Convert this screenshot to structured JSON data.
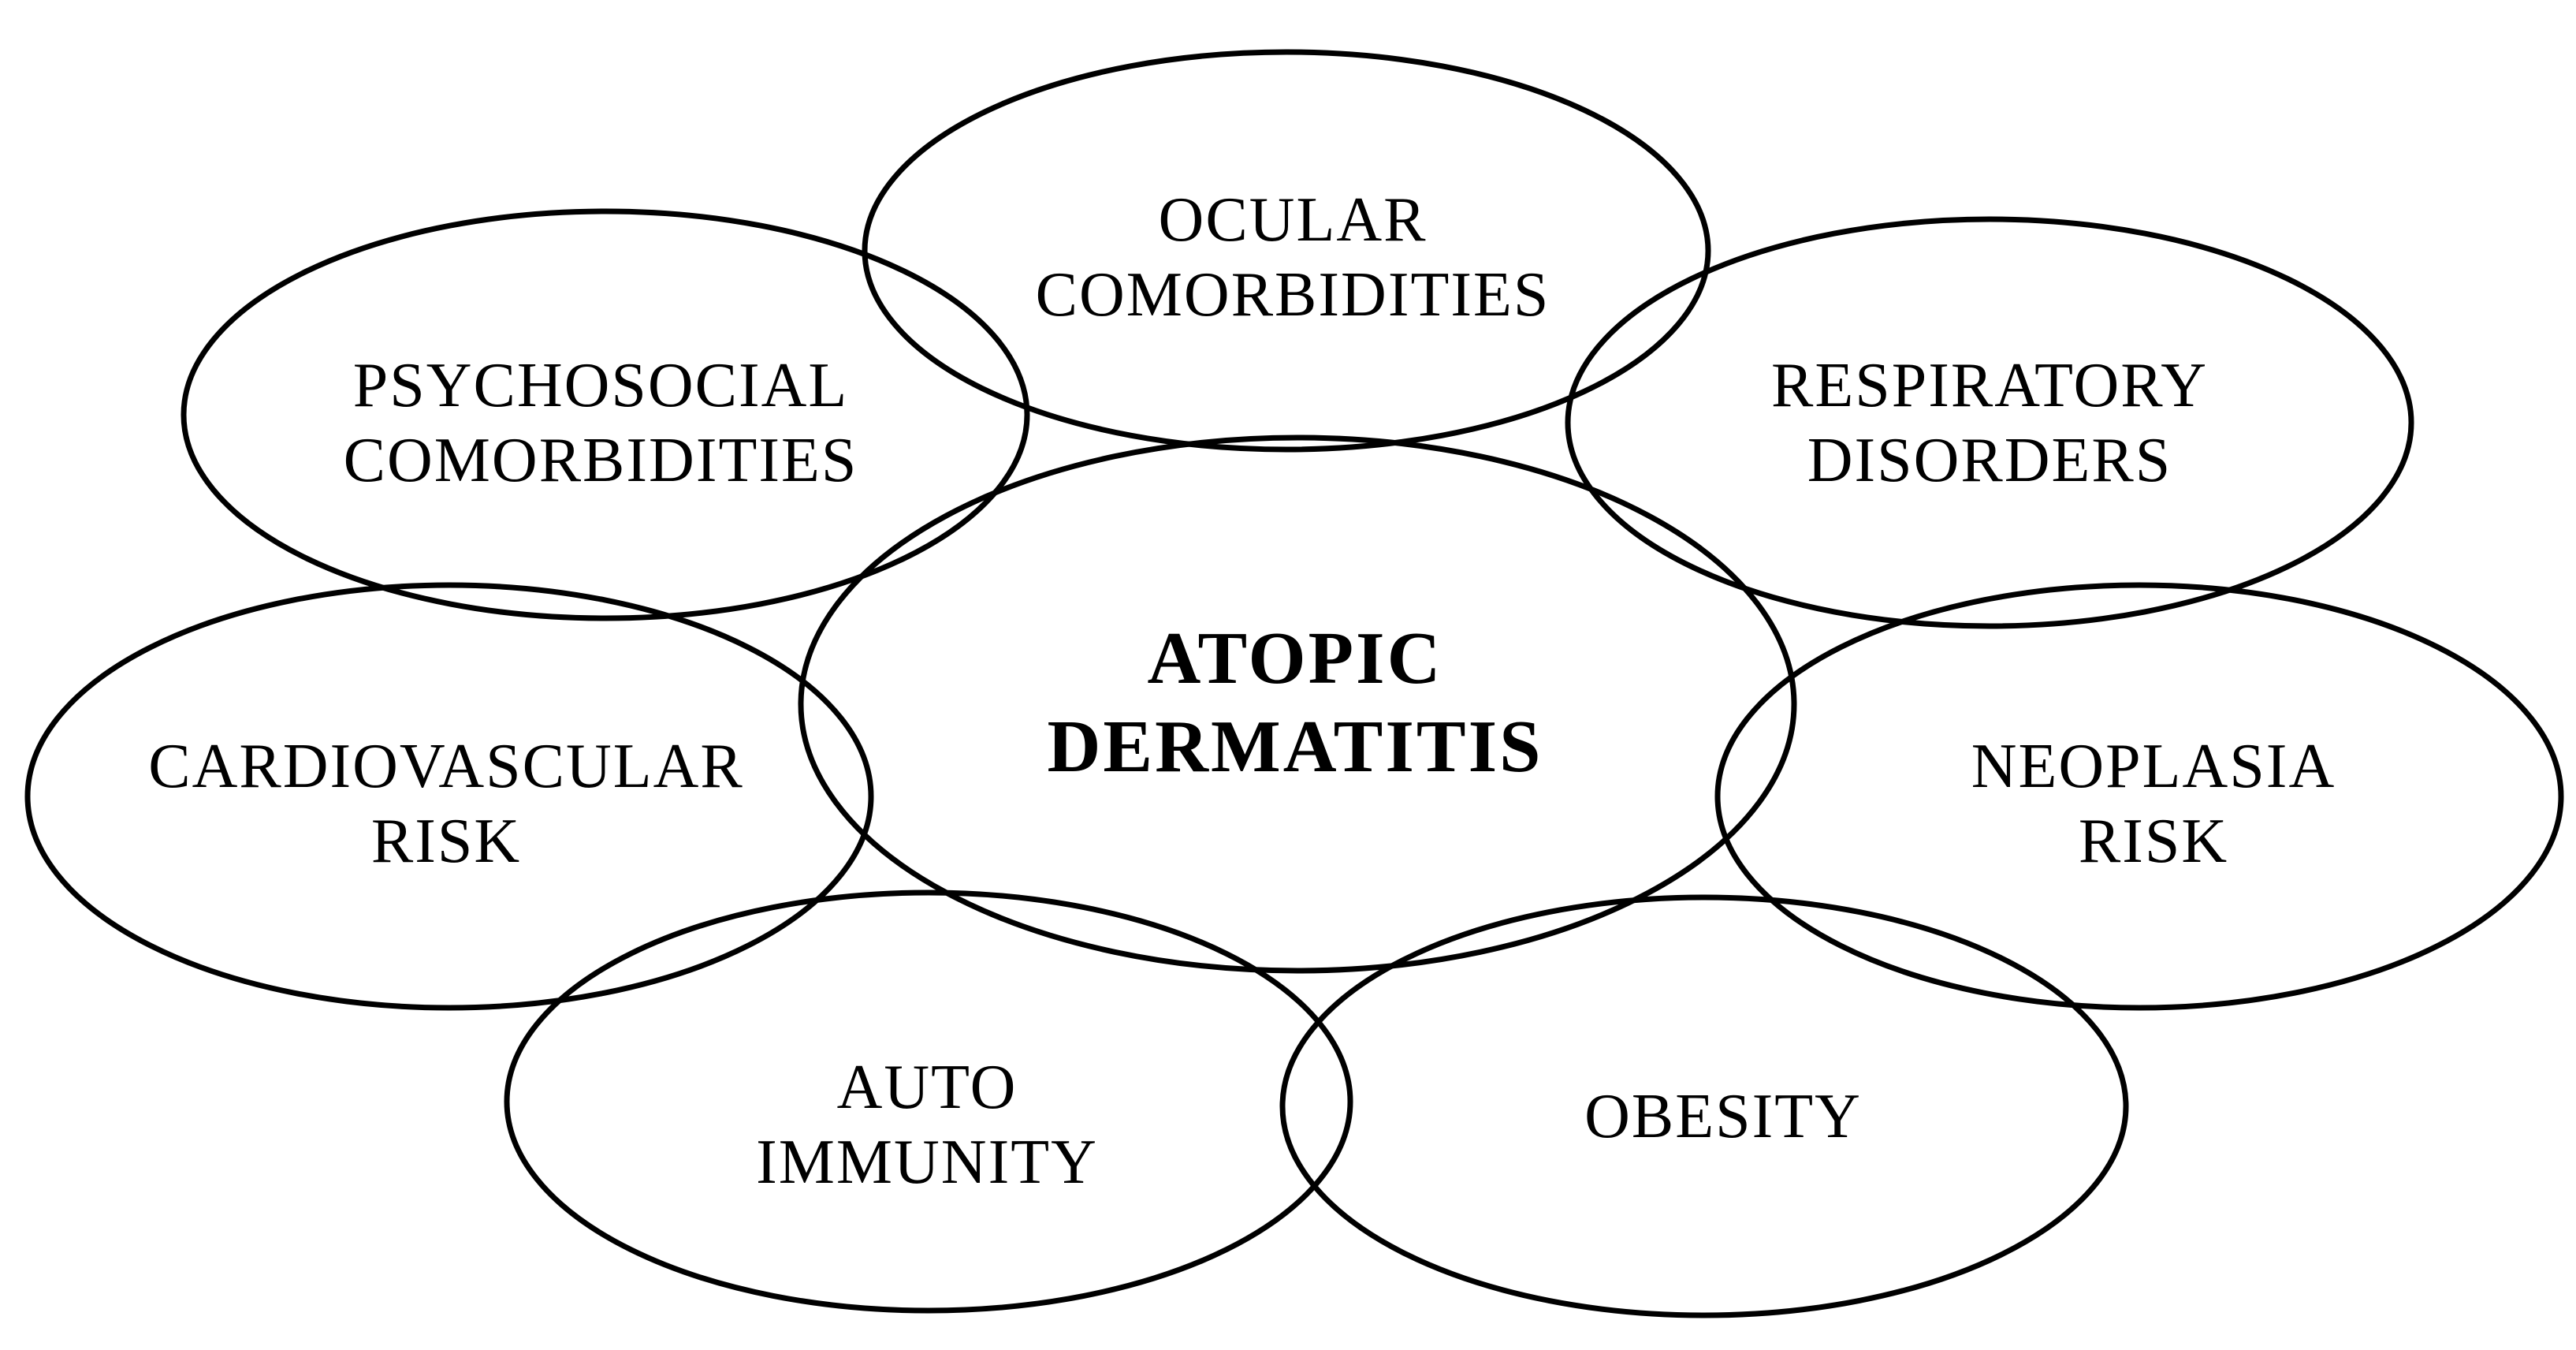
{
  "center": {
    "line1": "ATOPIC",
    "line2": "DERMATITIS"
  },
  "comorbidities": {
    "ocular": {
      "line1": "OCULAR",
      "line2": "COMORBIDITIES"
    },
    "psychosocial": {
      "line1": "PSYCHOSOCIAL",
      "line2": "COMORBIDITIES"
    },
    "respiratory": {
      "line1": "RESPIRATORY",
      "line2": "DISORDERS"
    },
    "cardiovascular": {
      "line1": "CARDIOVASCULAR",
      "line2": "RISK"
    },
    "neoplasia": {
      "line1": "NEOPLASIA",
      "line2": "RISK"
    },
    "autoimmunity": {
      "line1": "AUTO",
      "line2": "IMMUNITY"
    },
    "obesity": {
      "line1": "OBESITY"
    }
  }
}
